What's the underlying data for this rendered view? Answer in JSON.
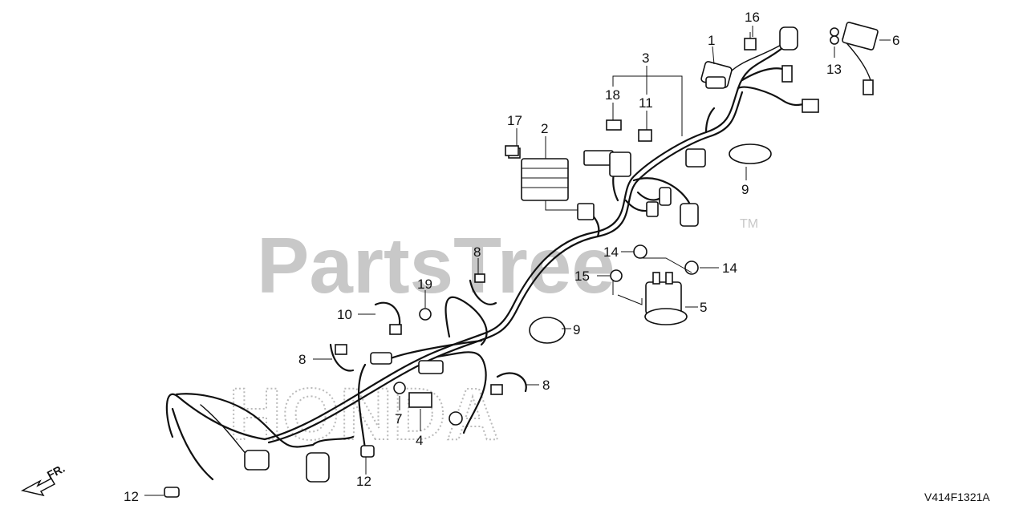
{
  "watermark": {
    "brand": "PartsTree",
    "trademark": "TM",
    "maker": "HONDA"
  },
  "diagram_code": "V414F1321A",
  "direction_label": "FR.",
  "callouts": [
    {
      "id": "c1",
      "number": "1"
    },
    {
      "id": "c2",
      "number": "2"
    },
    {
      "id": "c3",
      "number": "3"
    },
    {
      "id": "c4",
      "number": "4"
    },
    {
      "id": "c5",
      "number": "5"
    },
    {
      "id": "c6",
      "number": "6"
    },
    {
      "id": "c7",
      "number": "7"
    },
    {
      "id": "c8a",
      "number": "8"
    },
    {
      "id": "c8b",
      "number": "8"
    },
    {
      "id": "c8c",
      "number": "8"
    },
    {
      "id": "c9a",
      "number": "9"
    },
    {
      "id": "c9b",
      "number": "9"
    },
    {
      "id": "c10",
      "number": "10"
    },
    {
      "id": "c11",
      "number": "11"
    },
    {
      "id": "c12a",
      "number": "12"
    },
    {
      "id": "c12b",
      "number": "12"
    },
    {
      "id": "c13",
      "number": "13"
    },
    {
      "id": "c14a",
      "number": "14"
    },
    {
      "id": "c14b",
      "number": "14"
    },
    {
      "id": "c15",
      "number": "15"
    },
    {
      "id": "c16",
      "number": "16"
    },
    {
      "id": "c17",
      "number": "17"
    },
    {
      "id": "c18",
      "number": "18"
    },
    {
      "id": "c19",
      "number": "19"
    }
  ]
}
